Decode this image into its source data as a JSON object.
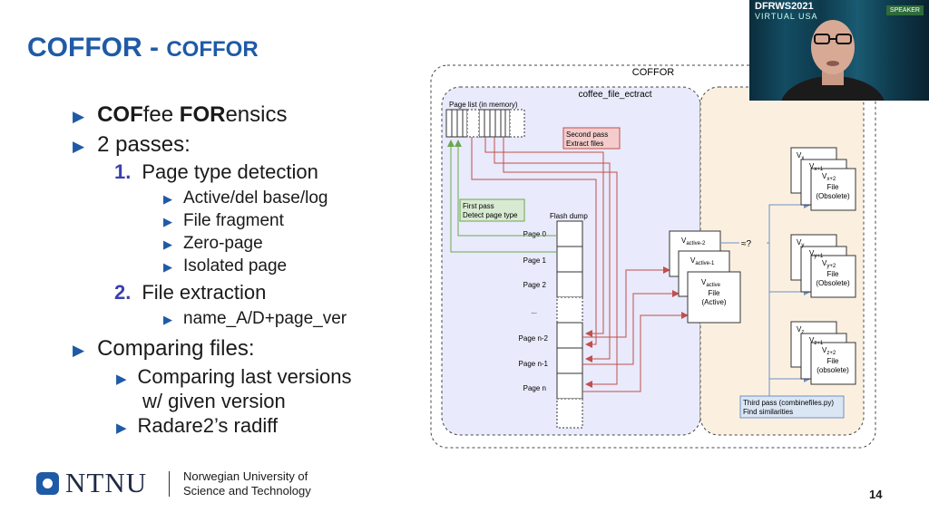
{
  "slide": {
    "title_main": "COFFOR",
    "title_dash": " - ",
    "title_sub": "COFFOR",
    "bullets": {
      "b1_bold1": "COF",
      "b1_mid": "fee ",
      "b1_bold2": "FOR",
      "b1_end": "ensics",
      "b2": "2 passes:",
      "n1": "1.",
      "n1_text": "Page type detection",
      "s1": "Active/del base/log",
      "s2": "File fragment",
      "s3": "Zero-page",
      "s4": "Isolated page",
      "n2": "2.",
      "n2_text": "File extraction",
      "s5": "name_A/D+page_ver",
      "b3": "Comparing files:",
      "c1a": "Comparing last versions",
      "c1b": "w/ given version",
      "c2": "Radare2’s radiff"
    },
    "footer": {
      "org": "NTNU",
      "uni_line1": "Norwegian University of",
      "uni_line2": "Science and Technology",
      "page_number": "14"
    }
  },
  "diagram": {
    "outer_label": "COFFOR",
    "inner_label": "coffee_file_ectract",
    "page_list_label": "Page list (in memory)",
    "second_pass": [
      "Second pass",
      "Extract files"
    ],
    "first_pass": [
      "First pass",
      "Detect page type"
    ],
    "flash_dump_label": "Flash dump",
    "flash_pages": [
      "Page 0",
      "Page 1",
      "Page 2",
      "...",
      "Page n-2",
      "Page n-1",
      "Page n"
    ],
    "active_stack": {
      "a2": "V",
      "a2_sub": "active-2",
      "a1": "V",
      "a1_sub": "active-1",
      "a0": "V",
      "a0_sub": "active",
      "file": "File",
      "state": "(Active)"
    },
    "approx_label": "≈?",
    "groups": [
      {
        "v": "V",
        "s0": "x",
        "s1": "x+1",
        "s2": "x+2",
        "file": "File",
        "state": "(Obsolete)"
      },
      {
        "v": "V",
        "s0": "y",
        "s1": "y+1",
        "s2": "y+2",
        "file": "File",
        "state": "(Obsolete)"
      },
      {
        "v": "V",
        "s0": "z",
        "s1": "z+1",
        "s2": "z+2",
        "file": "File",
        "state": "(obsolete)"
      }
    ],
    "third_pass": [
      "Third pass (combinefiles.py)",
      "Find similarities"
    ]
  },
  "webcam": {
    "event_logo": "DFRWS2021",
    "event_sub": "VIRTUAL USA",
    "badge": "SPEAKER"
  },
  "colors": {
    "accent": "#1f5aa6",
    "number": "#3b3fb0",
    "extract_region": "#e9eafb",
    "compare_region": "#fbf0e0",
    "red_arrows": "#c0504d",
    "green_arrows": "#6aa84f",
    "blue_arrows": "#6d8fc7"
  }
}
